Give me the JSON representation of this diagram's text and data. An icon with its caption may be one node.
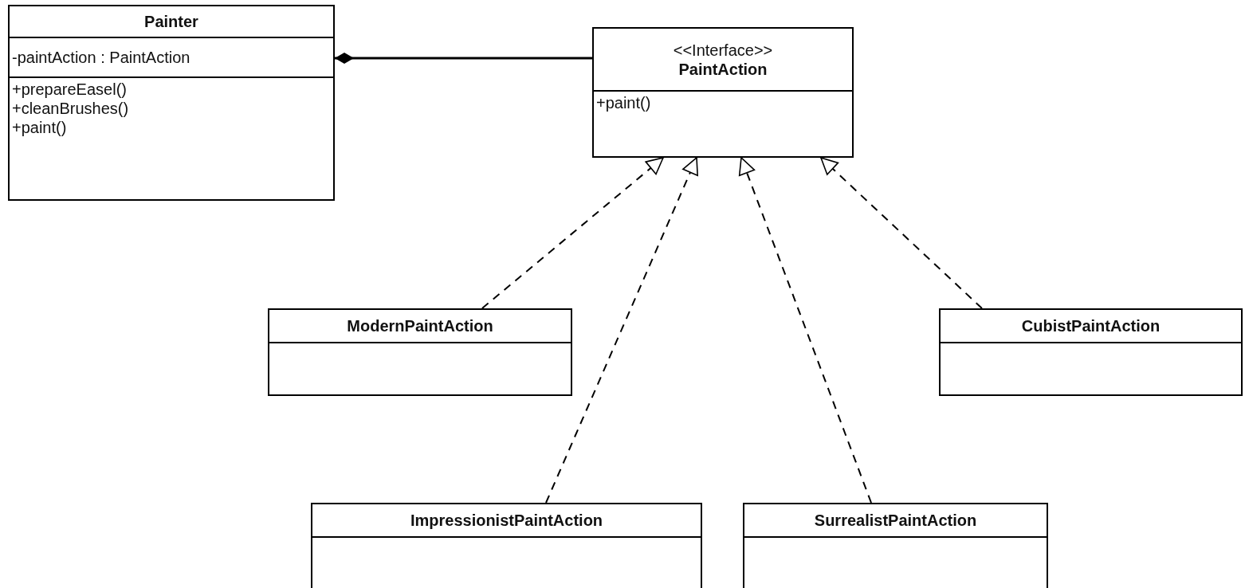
{
  "diagram": {
    "nodes": [
      {
        "text": [
          "Painter",
          "-paintAction : PaintAction",
          "+prepareEasel()",
          "+cleanBrushes()",
          "+paint()"
        ]
      },
      {
        "text": [
          "<<Interface>>",
          "PaintAction",
          "+paint()"
        ]
      },
      {
        "text": [
          "ModernPaintAction"
        ]
      },
      {
        "text": [
          "CubistPaintAction"
        ]
      },
      {
        "text": [
          "ImpressionistPaintAction"
        ]
      },
      {
        "text": [
          "SurrealistPaintAction"
        ]
      }
    ],
    "edges": [
      {
        "from": 0,
        "to": 1,
        "arrow": "other"
      },
      {
        "from": 2,
        "to": 1,
        "arrow": "to",
        "style": "dashed"
      },
      {
        "from": 4,
        "to": 1,
        "arrow": "to",
        "style": "dashed"
      },
      {
        "from": 5,
        "to": 1,
        "arrow": "to",
        "style": "dashed"
      },
      {
        "from": 3,
        "to": 1,
        "arrow": "to",
        "style": "dashed"
      }
    ]
  }
}
